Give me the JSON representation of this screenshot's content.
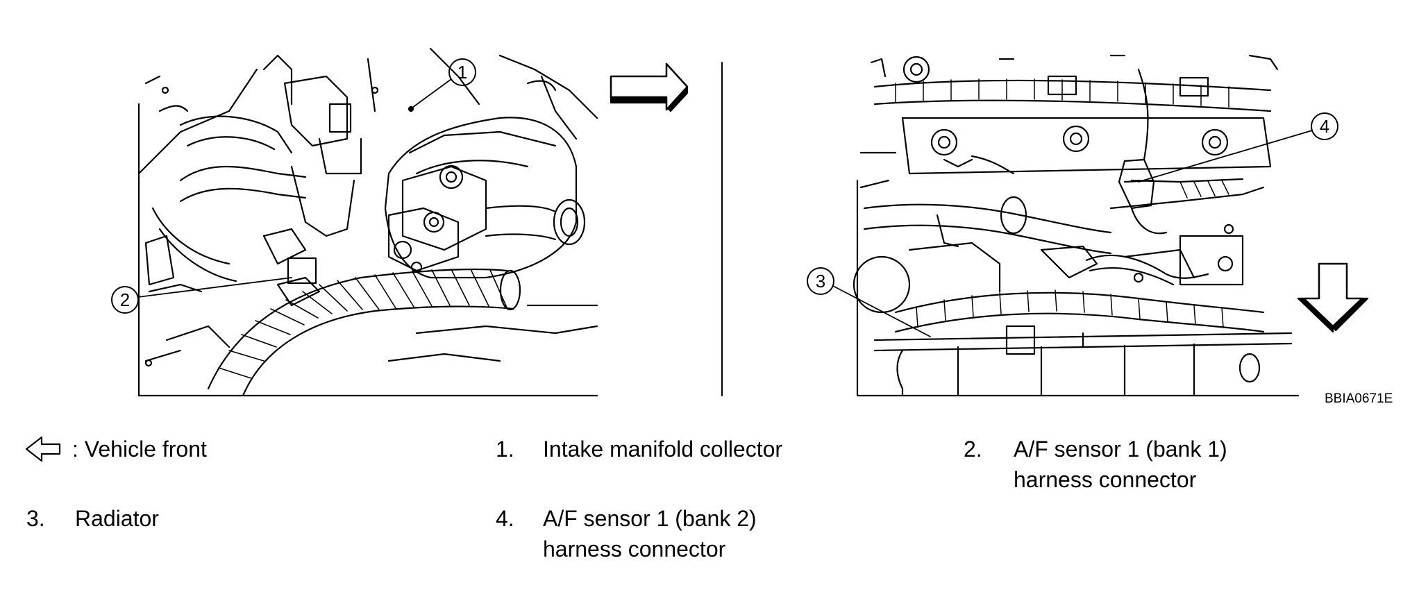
{
  "figure": {
    "code": "BBIA0671E",
    "callouts": [
      {
        "num": "1"
      },
      {
        "num": "2"
      },
      {
        "num": "3"
      },
      {
        "num": "4"
      }
    ]
  },
  "legend": {
    "vehicle_front": ": Vehicle front",
    "items": [
      {
        "num": "1.",
        "line1": "Intake manifold collector",
        "line2": ""
      },
      {
        "num": "2.",
        "line1": "A/F sensor 1 (bank 1)",
        "line2": "harness connector"
      },
      {
        "num": "3.",
        "line1": "Radiator",
        "line2": ""
      },
      {
        "num": "4.",
        "line1": "A/F sensor 1 (bank 2)",
        "line2": "harness connector"
      }
    ]
  }
}
